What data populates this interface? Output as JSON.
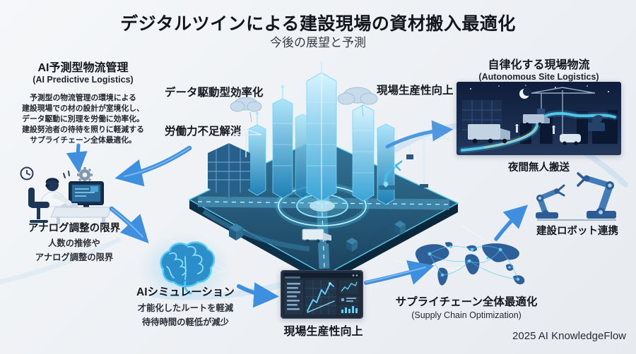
{
  "header": {
    "title": "デジタルツインによる建設現場の資材搬入最適化",
    "subtitle": "今後の展望と予測"
  },
  "ai_logistics_panel": {
    "heading": "AI予測型物流管理",
    "subheading": "(AI Predictive Logistics)",
    "body_lines": [
      "予測型の物流管理の環境による",
      "建設現場での材の設計が室境化し、",
      "データ駆動に別理を労働に効率化。",
      "建設努池者の待待を照りに軽減する",
      "サプライチェーン全体最適化。"
    ]
  },
  "center_labels": {
    "data_driven": "データ駆動型効率化",
    "labor_shortage": "労働力不足解消",
    "site_productivity": "現場生産性向上"
  },
  "autonomous_logistics": {
    "heading": "自律化する現場物流",
    "subheading": "(Autonomous Site Logistics)",
    "caption": "夜間無人搬送"
  },
  "robot_collab": {
    "caption": "建設ロボット連携"
  },
  "supply_chain": {
    "heading": "サプライチェーン全体最適化",
    "subheading": "(Supply Chain Optimization)"
  },
  "dashboard": {
    "caption": "現場生産性向上"
  },
  "ai_simulation": {
    "heading": "AIシミュレーション",
    "lines": [
      "才能化したルートを軽減",
      "待待時間の軽低が減少"
    ]
  },
  "analog_limit": {
    "heading": "アナログ調整の限界",
    "lines": [
      "人数の推修や",
      "アナログ調整の限界"
    ]
  },
  "footer": {
    "credit": "2025 AI KnowledgeFlow"
  },
  "colors": {
    "arrow_blue": "#3f8fe0",
    "hologram_cyan": "#4fc9f2",
    "night_sky": "#14223f",
    "platform_teal": "#1d5273",
    "map_blue": "#2e5f99"
  }
}
